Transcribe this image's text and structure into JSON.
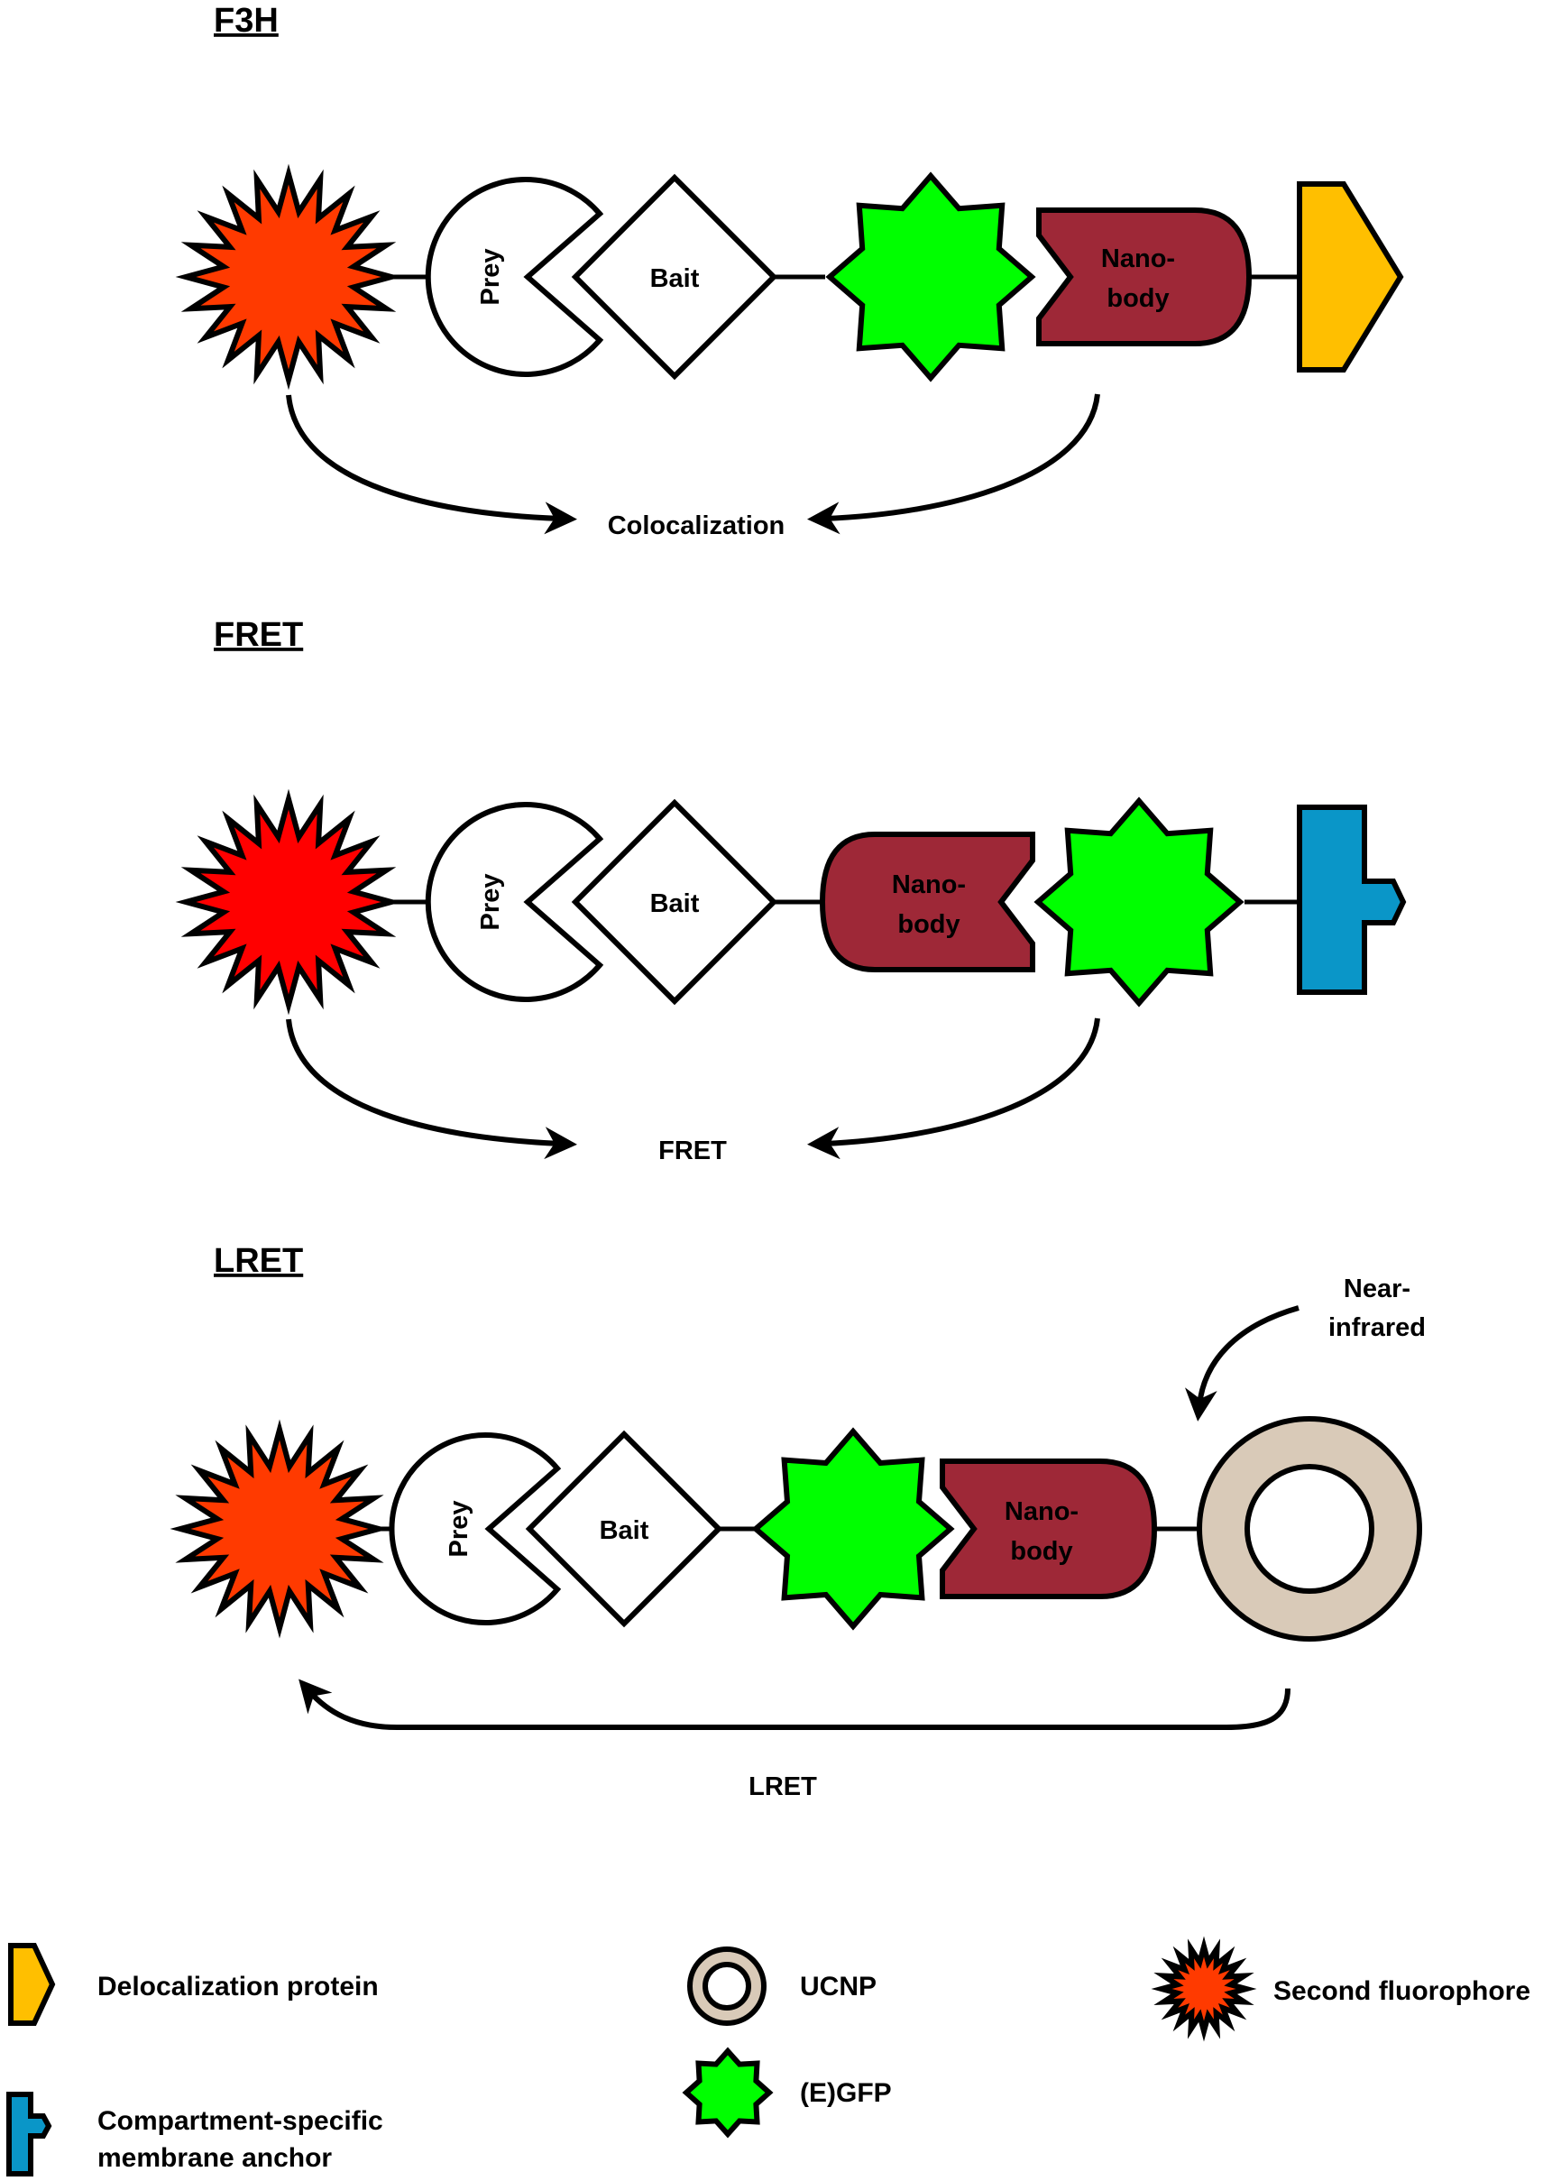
{
  "sections": {
    "f3h": {
      "title": "F3H",
      "prey": "Prey",
      "bait": "Bait",
      "nano_line1": "Nano-",
      "nano_line2": "body",
      "readout": "Colocalization"
    },
    "fret": {
      "title": "FRET",
      "prey": "Prey",
      "bait": "Bait",
      "nano_line1": "Nano-",
      "nano_line2": "body",
      "readout": "FRET"
    },
    "lret": {
      "title": "LRET",
      "prey": "Prey",
      "bait": "Bait",
      "nano_line1": "Nano-",
      "nano_line2": "body",
      "readout": "LRET",
      "excitation_line1": "Near-",
      "excitation_line2": "infrared"
    }
  },
  "legend": {
    "delocalization": "Delocalization protein",
    "anchor_line1": "Compartment-specific",
    "anchor_line2": "membrane anchor",
    "ucnp": "UCNP",
    "egfp": "(E)GFP",
    "second_fluorophore": "Second fluorophore"
  },
  "colors": {
    "second_fluorophore_f3h": "#ff3a00",
    "second_fluorophore_fret": "#ff0000",
    "second_fluorophore_lret": "#ff3a00",
    "egfp": "#00ff00",
    "nanobody": "#9e2837",
    "delocalization_protein": "#ffbf00",
    "membrane_anchor": "#0a96c8",
    "ucnp": "#d9cab8",
    "bait_prey": "#ffffff"
  }
}
